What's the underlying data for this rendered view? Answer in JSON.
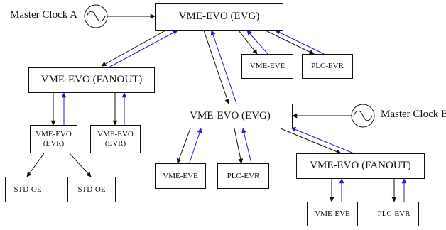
{
  "clocks": {
    "a": {
      "label": "Master Clock A"
    },
    "b": {
      "label": "Master Clock B"
    }
  },
  "nodes": {
    "evg_top": {
      "label": "VME-EVO (EVG)"
    },
    "eve_top": {
      "label": "VME-EVE"
    },
    "plc_top": {
      "label": "PLC-EVR"
    },
    "fanout_left": {
      "label": "VME-EVO (FANOUT)"
    },
    "evr_left": {
      "line1": "VME-EVO",
      "line2": "(EVR)"
    },
    "evr_right": {
      "line1": "VME-EVO",
      "line2": "(EVR)"
    },
    "std_oe_1": {
      "label": "STD-OE"
    },
    "std_oe_2": {
      "label": "STD-OE"
    },
    "evg_mid": {
      "label": "VME-EVO (EVG)"
    },
    "eve_mid": {
      "label": "VME-EVE"
    },
    "plc_mid": {
      "label": "PLC-EVR"
    },
    "fanout_right": {
      "label": "VME-EVO (FANOUT)"
    },
    "eve_bottom": {
      "label": "VME-EVE"
    },
    "plc_bottom": {
      "label": "PLC-EVR"
    }
  },
  "colors": {
    "downstream": "#111111",
    "upstream": "#1f1fcc"
  }
}
